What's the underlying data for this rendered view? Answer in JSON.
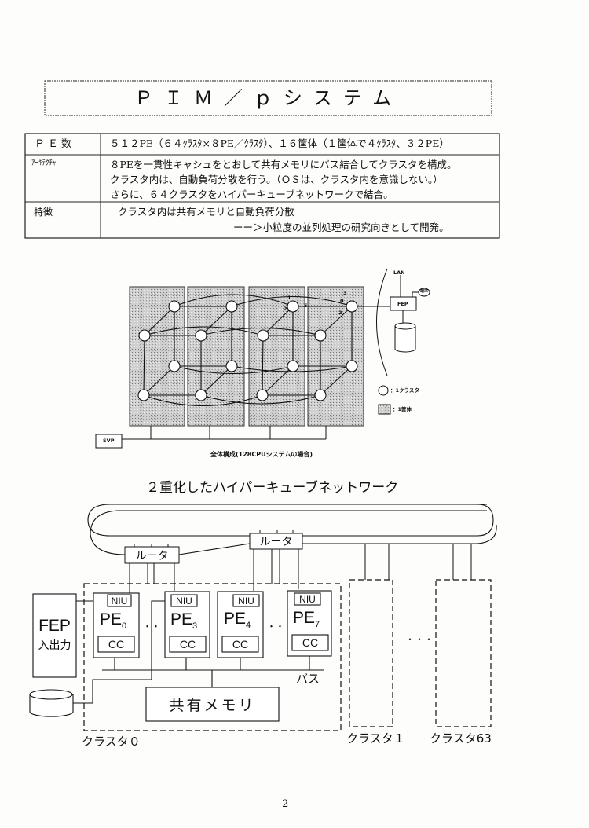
{
  "title": "ＰＩＭ／ｐシステム",
  "spec_table": {
    "rows": [
      {
        "label": "ＰＥ数",
        "lines": [
          "５１２PE（６４ｸﾗｽﾀ×８PE／ｸﾗｽﾀ）、１６筐体（１筐体で４ｸﾗｽﾀ、３２PE）"
        ]
      },
      {
        "label": "ｱｰｷﾃｸﾁｬ",
        "lines": [
          "８PEを一貫性キャシュをとおして共有メモリにバス結合してクラスタを構成。",
          "クラスタ内は、自動負荷分散を行う。（ＯＳは、クラスタ内を意識しない。）",
          "さらに、６４クラスタをハイパーキューブネットワークで結合。"
        ]
      },
      {
        "label": "特徴",
        "lines": [
          "クラスタ内は共有メモリと自動負荷分散",
          "ーー＞小粒度の並列処理の研究向きとして開発。"
        ]
      }
    ]
  },
  "overview_diagram": {
    "caption": "全体構成(128CPUシステムの場合)",
    "svp_label": "SVP",
    "fep_label": "FEP",
    "lan_label": "LAN",
    "terminal_label": "端末",
    "port_numbers": [
      "1",
      "2",
      "3",
      "0",
      "2",
      "5"
    ],
    "legend": [
      {
        "icon": "circle-icon",
        "label": "：1クラスタ"
      },
      {
        "icon": "hatched-box-icon",
        "label": "：1筐体"
      }
    ]
  },
  "cluster_diagram": {
    "title": "２重化したハイパーキューブネットワーク",
    "router_label": "ルータ",
    "fep_label": "FEP",
    "fep_sub_label": "入出力",
    "niu_label": "NIU",
    "cc_label": "CC",
    "pes": [
      {
        "name": "PE",
        "index": "0"
      },
      {
        "name": "PE",
        "index": "3"
      },
      {
        "name": "PE",
        "index": "4"
      },
      {
        "name": "PE",
        "index": "7"
      }
    ],
    "ellipsis": "・・",
    "cluster_ellipsis": "・・・",
    "bus_label": "バス",
    "memory_label": "共有メモリ",
    "clusters": [
      "クラスタ０",
      "クラスタ１",
      "クラスタ63"
    ]
  },
  "page_number": "― 2 ―"
}
